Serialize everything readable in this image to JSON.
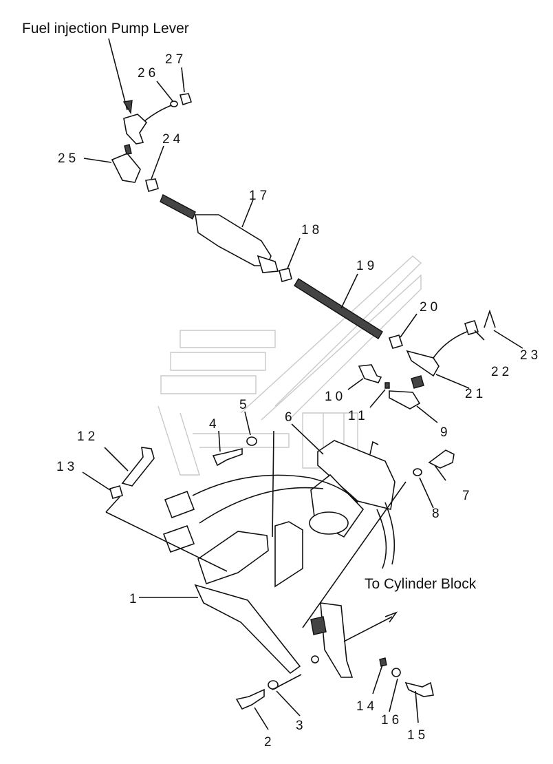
{
  "captions": {
    "pump_lever": "Fuel injection Pump Lever",
    "cylinder_block": "To Cylinder Block"
  },
  "callouts": {
    "p1": "1",
    "p2": "2",
    "p3": "3",
    "p4": "4",
    "p5": "5",
    "p6": "6",
    "p7": "7",
    "p8": "8",
    "p9": "9",
    "p10": "10",
    "p11": "11",
    "p12": "12",
    "p13": "13",
    "p14": "14",
    "p15": "15",
    "p16": "16",
    "p17": "17",
    "p18": "18",
    "p19": "19",
    "p20": "20",
    "p21": "21",
    "p22": "22",
    "p23": "23",
    "p24": "24",
    "p25": "25",
    "p26": "26",
    "p27": "27"
  }
}
